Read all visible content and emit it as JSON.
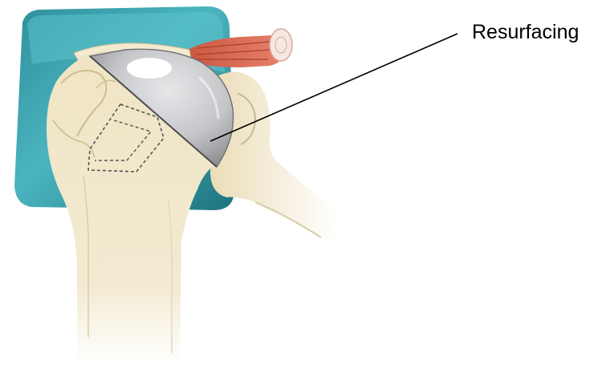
{
  "callout": {
    "label": "Resurfacing"
  },
  "colors": {
    "background": "#ffffff",
    "glenoid_plate": "#3fa9b4",
    "glenoid_plate_dark": "#1f7f8c",
    "bone": "#efe4c3",
    "bone_shade": "#dccb9a",
    "implant": "#c9cacc",
    "implant_highlight": "#ffffff",
    "muscle": "#d9614d",
    "leader_line": "#000000"
  },
  "icons": {
    "implant": "hemispherical-resurfacing-cap",
    "bone": "humerus-head",
    "plate": "glenoid-plate",
    "muscle": "rotator-cuff-muscle"
  }
}
